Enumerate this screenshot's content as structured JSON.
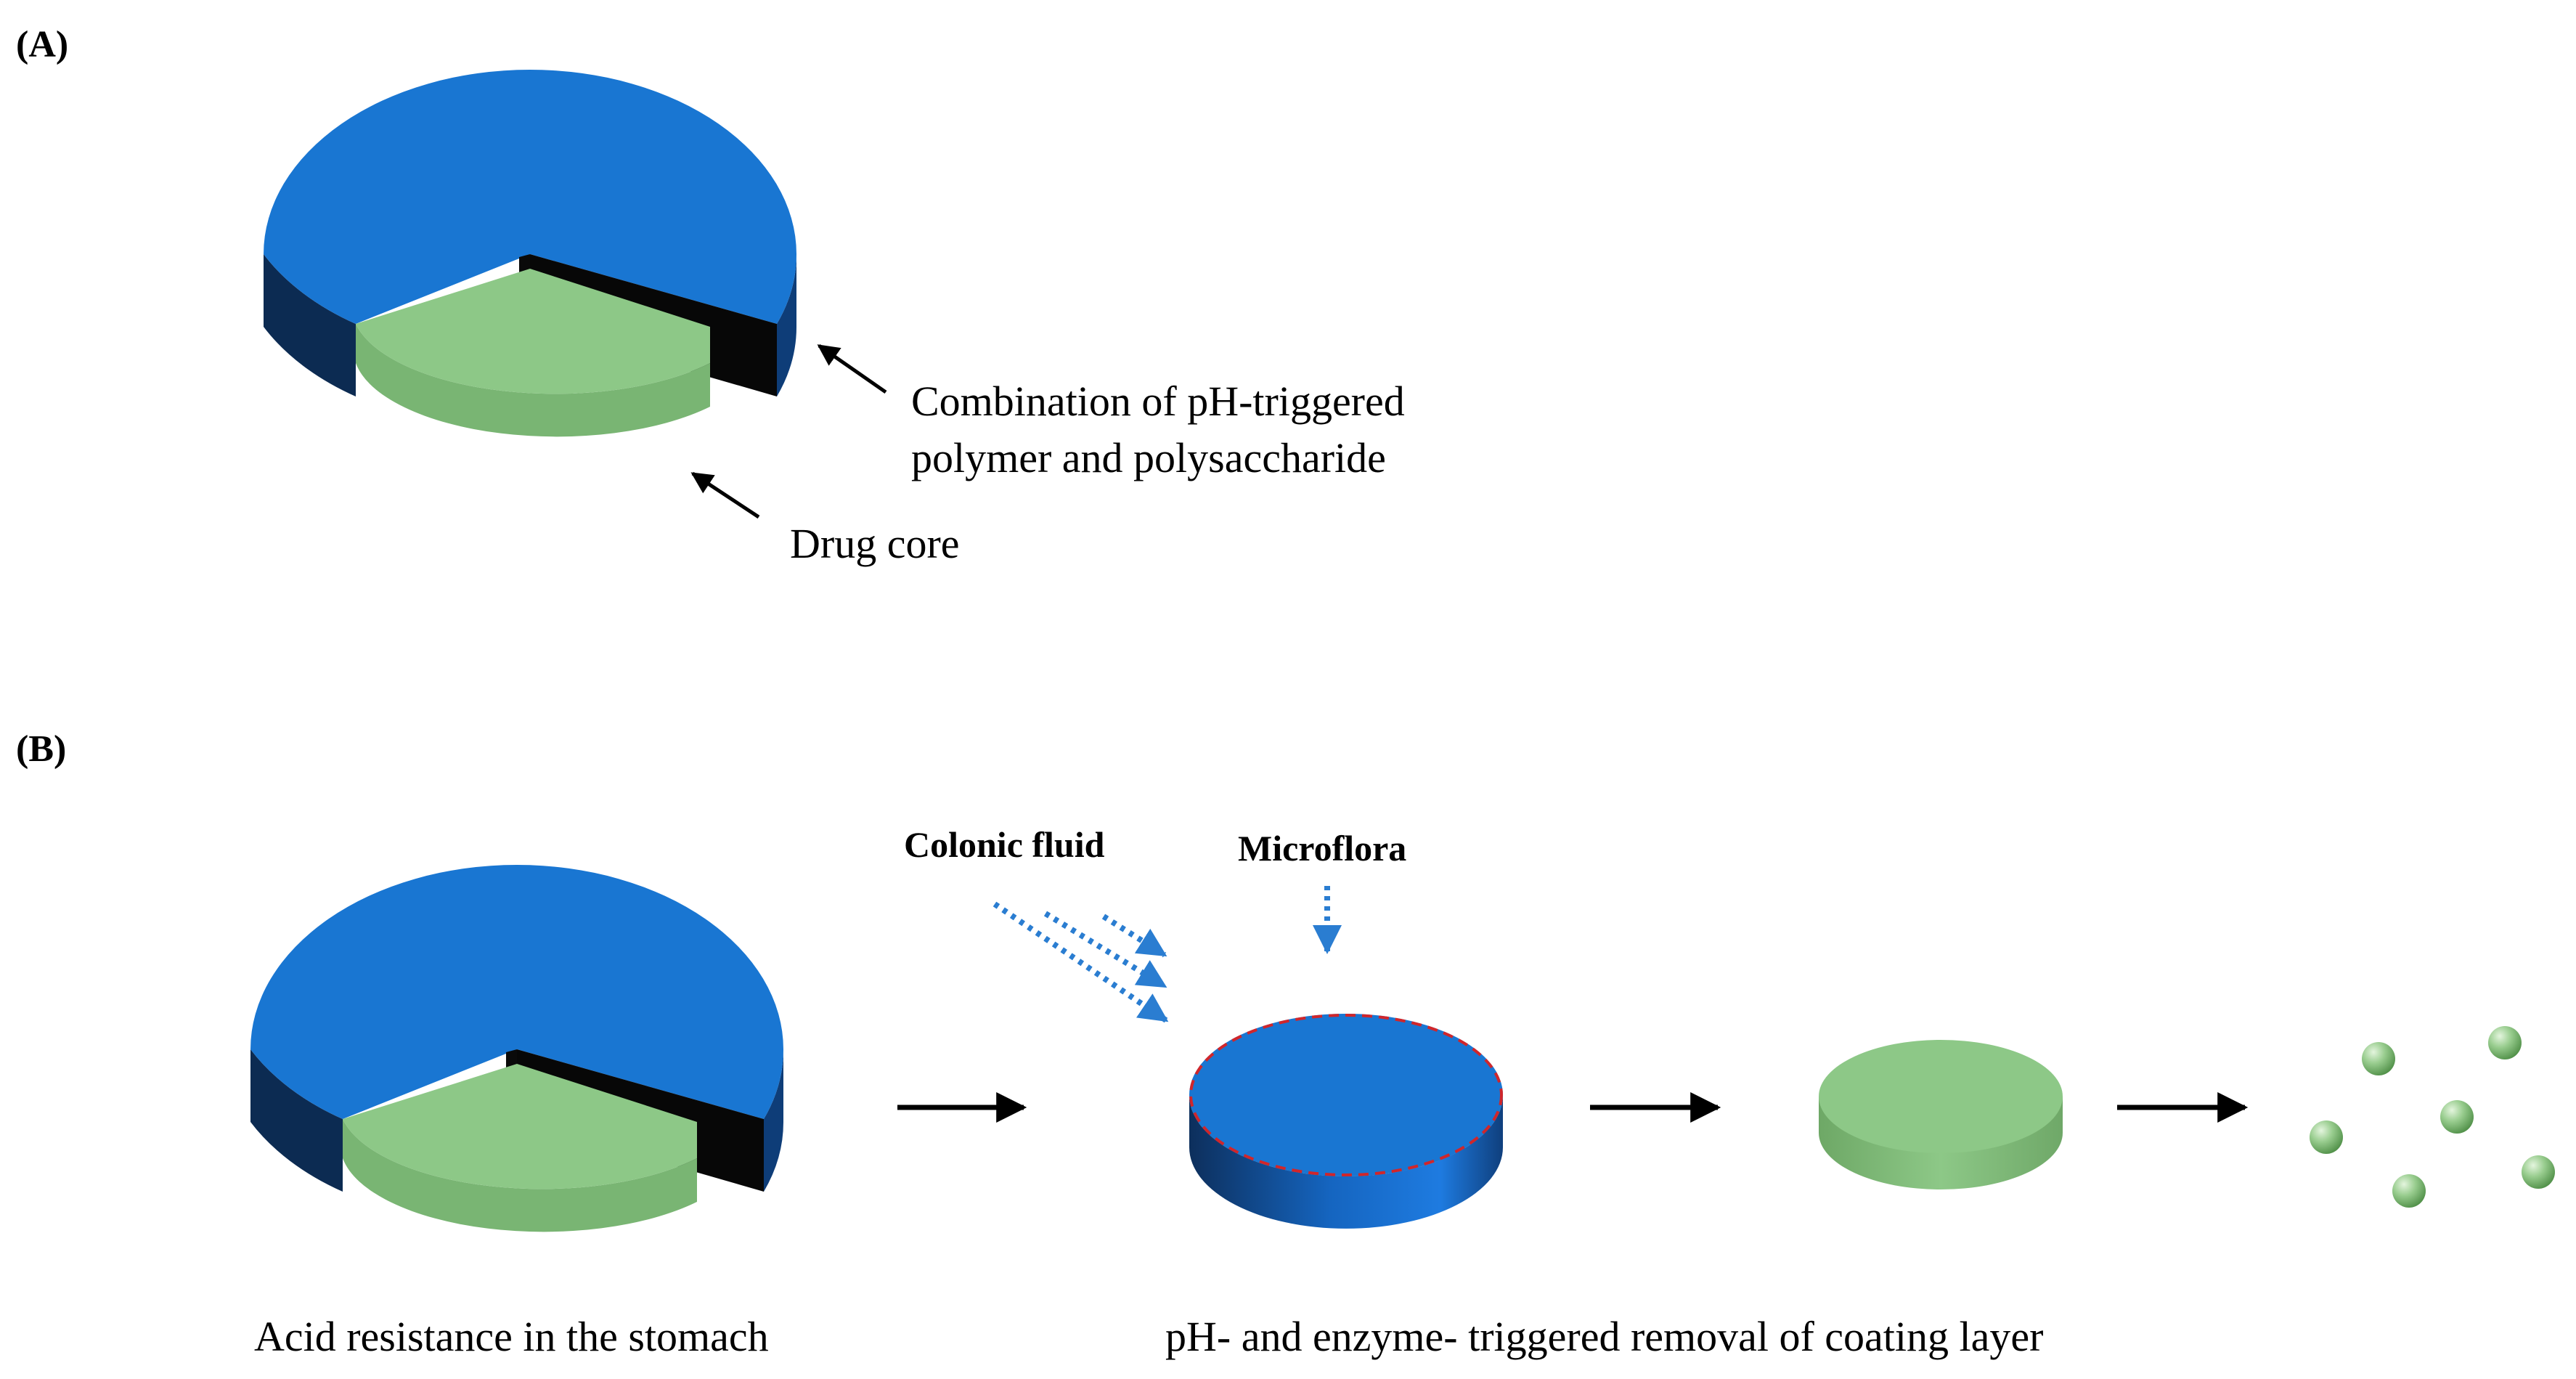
{
  "panel_a": {
    "label": "(A)",
    "coating_annotation_line1": "Combination of pH-triggered",
    "coating_annotation_line2": "polymer and polysaccharide",
    "core_annotation": "Drug core"
  },
  "panel_b": {
    "label": "(B)",
    "colonic_fluid_label": "Colonic fluid",
    "microflora_label": "Microflora",
    "stomach_caption": "Acid resistance in the stomach",
    "removal_caption": "pH- and enzyme- triggered removal of coating layer"
  },
  "colors": {
    "coating_blue": "#1976d2",
    "coating_dark": "#0d3a73",
    "core_green": "#8dc887",
    "core_side": "#79b573",
    "cut_black": "#0a0a0a",
    "dotted_arrow_blue": "#2a7dd1",
    "dashed_outline_red": "#d0262b"
  }
}
